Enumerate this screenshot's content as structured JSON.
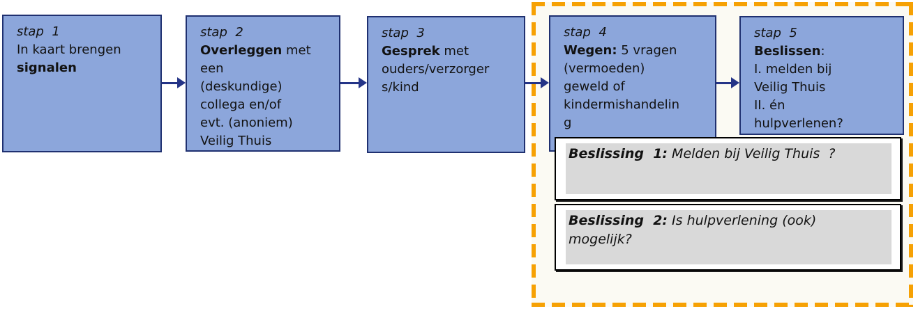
{
  "colors": {
    "step_fill": "#8CA6DB",
    "step_border": "#1F3070",
    "arrow": "#243487",
    "highlight_dash": "#F6A104",
    "highlight_bg": "#FBFAF3",
    "decision_inner": "#D9D9D9"
  },
  "flow": {
    "steps": [
      {
        "title": "stap  1",
        "segments": [
          {
            "t": "In kaart brengen",
            "br": true
          },
          {
            "t": "signalen",
            "b": true
          }
        ]
      },
      {
        "title": "stap  2",
        "segments": [
          {
            "t": "Overleggen",
            "b": true
          },
          {
            "t": " met",
            "br": true
          },
          {
            "t": "een",
            "br": true
          },
          {
            "t": "(deskundige)",
            "br": true
          },
          {
            "t": "collega en/of",
            "br": true
          },
          {
            "t": "evt. (anoniem)",
            "br": true
          },
          {
            "t": "Veilig Thuis"
          }
        ]
      },
      {
        "title": "stap  3",
        "segments": [
          {
            "t": "Gesprek",
            "b": true
          },
          {
            "t": " met",
            "br": true
          },
          {
            "t": "ouders/verzorger",
            "br": true
          },
          {
            "t": "s/kind"
          }
        ]
      },
      {
        "title": "stap  4",
        "segments": [
          {
            "t": "Wegen:",
            "b": true
          },
          {
            "t": " 5 vragen",
            "br": true
          },
          {
            "t": "(vermoeden)",
            "br": true
          },
          {
            "t": "geweld of",
            "br": true
          },
          {
            "t": "kindermishandelin",
            "br": true
          },
          {
            "t": "g"
          }
        ]
      },
      {
        "title": "stap  5",
        "segments": [
          {
            "t": "Beslissen",
            "b": true
          },
          {
            "t": ":",
            "br": true
          },
          {
            "t": "I. melden bij",
            "br": true
          },
          {
            "t": "Veilig Thuis",
            "br": true
          },
          {
            "t": "II. én",
            "br": true
          },
          {
            "t": "hulpverlenen?"
          }
        ]
      }
    ],
    "decisions": [
      {
        "label": "Beslissing  1:",
        "segments": [
          {
            "t": " Melden bij Veilig Thuis  ?"
          }
        ]
      },
      {
        "label": "Beslissing  2:",
        "segments": [
          {
            "t": " Is hulpverlening (ook)",
            "br": true
          },
          {
            "t": "mogelijk?"
          }
        ]
      }
    ]
  }
}
